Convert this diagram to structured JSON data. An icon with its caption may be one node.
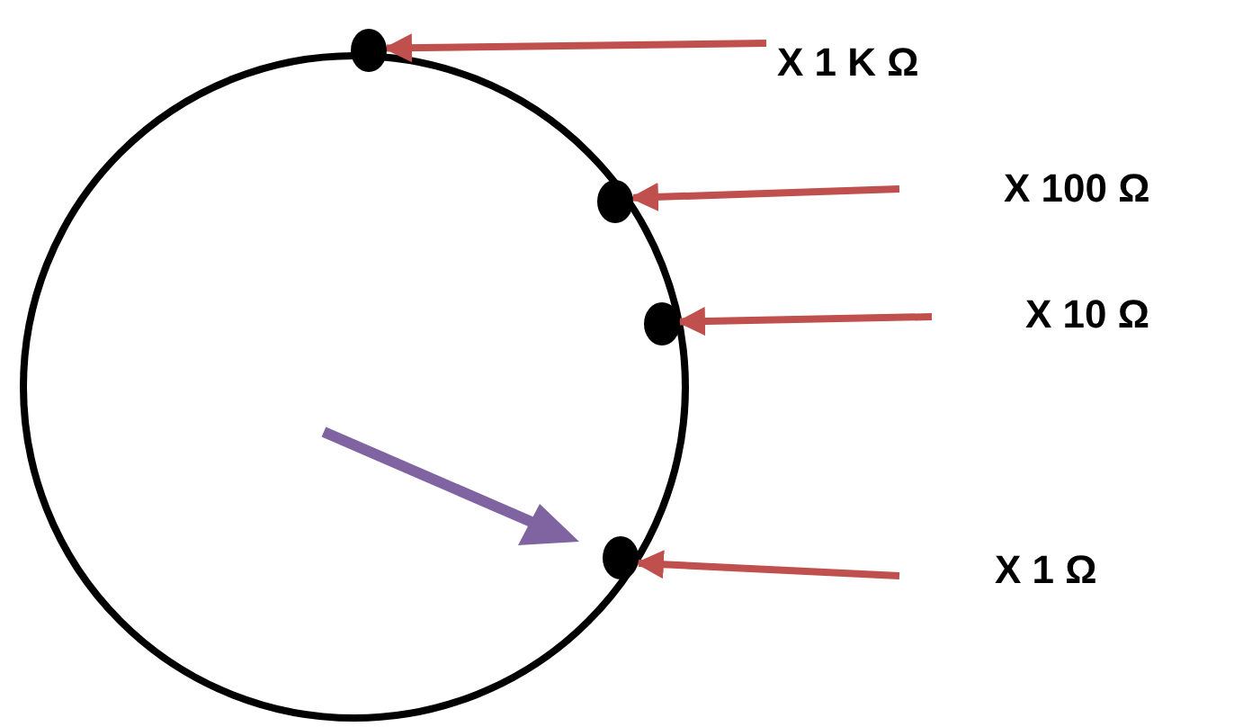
{
  "diagram": {
    "nodes": [
      {
        "text": [
          "X 1 K Ω"
        ]
      },
      {
        "text": [
          "X 100 Ω"
        ]
      },
      {
        "text": [
          "X 10 Ω"
        ]
      },
      {
        "text": [
          "X 1 Ω"
        ]
      },
      {
        "text": [],
        "shape": "circle"
      },
      {
        "text": [],
        "shape": "circle"
      },
      {
        "text": [],
        "shape": "circle"
      },
      {
        "text": [],
        "shape": "circle"
      }
    ],
    "edges": [
      {
        "from": 0,
        "to": 4,
        "arrow": "to",
        "color": "#c0504d"
      },
      {
        "from": 1,
        "to": 5,
        "arrow": "to",
        "color": "#c0504d"
      },
      {
        "from": 2,
        "to": 6,
        "arrow": "to",
        "color": "#c0504d"
      },
      {
        "from": 3,
        "to": 7,
        "arrow": "to",
        "color": "#c0504d"
      }
    ]
  }
}
